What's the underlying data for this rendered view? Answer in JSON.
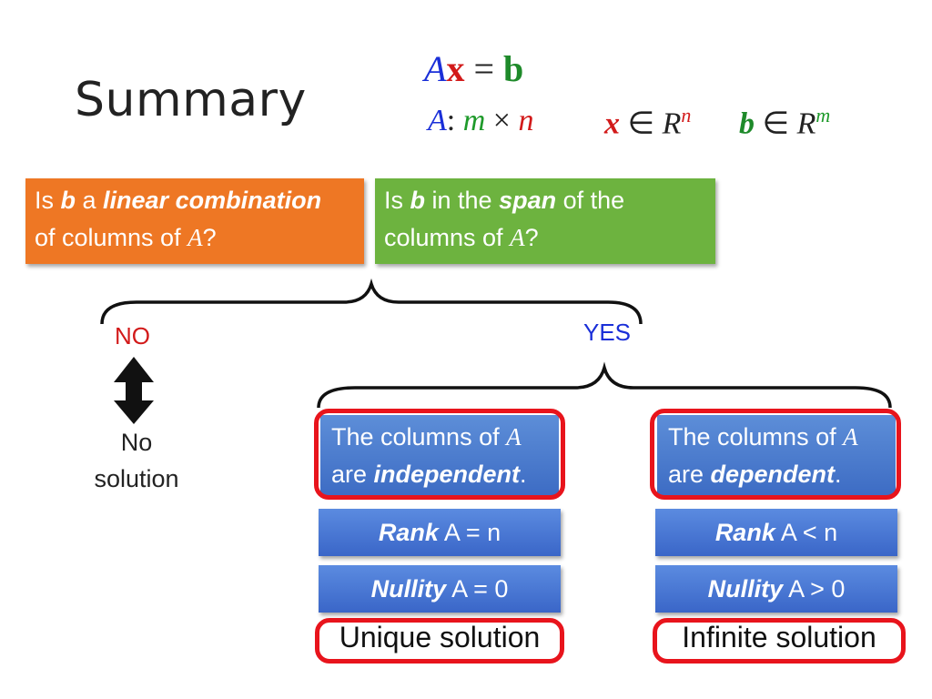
{
  "title": "Summary",
  "equation": {
    "main_A": "A",
    "main_x": "x",
    "main_eq": "=",
    "main_b": "b",
    "dims_A": "A",
    "dims_colon": ":",
    "dims_m": "m",
    "dims_times": "×",
    "dims_n": "n",
    "x_sym": "x",
    "x_in": "∈",
    "x_R": "R",
    "x_exp": "n",
    "b_sym": "b",
    "b_in": "∈",
    "b_R": "R",
    "b_exp": "m"
  },
  "question_lin": {
    "part1": "Is ",
    "b": "b",
    "part2": " a ",
    "emph": "linear combination",
    "part3": "of columns of ",
    "A": "A",
    "end": "?"
  },
  "question_span": {
    "part1": "Is ",
    "b": "b",
    "part2": " in the ",
    "emph": "span",
    "part3": " of the",
    "part4": "columns of ",
    "A": "A",
    "end": "?"
  },
  "no_label": "NO",
  "yes_label": "YES",
  "no_solution": {
    "line1": "No",
    "line2": "solution"
  },
  "independent": {
    "line1": "The columns of ",
    "A": "A",
    "line2a": "are ",
    "emph": "independent",
    "end": "."
  },
  "dependent": {
    "line1": "The columns of ",
    "A": "A",
    "line2a": "are ",
    "emph": "dependent",
    "end": "."
  },
  "rank_left": {
    "emph": "Rank",
    "rest": " A = n"
  },
  "rank_right": {
    "emph": "Rank",
    "rest": " A < n"
  },
  "nullity_left": {
    "emph": "Nullity",
    "rest": " A = 0"
  },
  "nullity_right": {
    "emph": "Nullity",
    "rest": " A > 0"
  },
  "unique_solution": "Unique solution",
  "infinite_solution": "Infinite solution",
  "colors": {
    "orange": "#ee7724",
    "green": "#6db33f",
    "blue": "#3d6cc4",
    "red_frame": "#e8141c",
    "no_text": "#d21a1a",
    "yes_text": "#1a2fd8"
  }
}
